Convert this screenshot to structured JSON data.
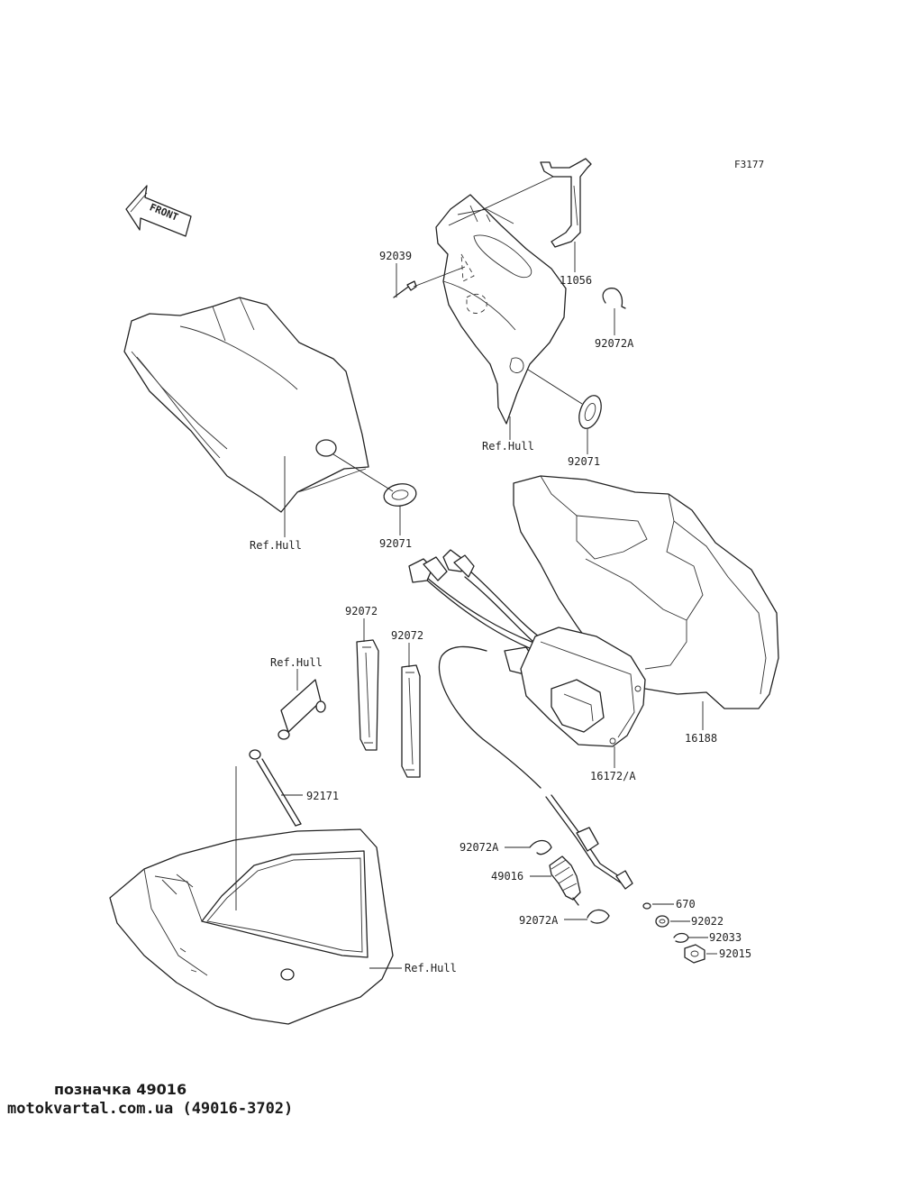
{
  "figure_code": "F3177",
  "front_arrow_text": "FRONT",
  "labels": {
    "p92039": "92039",
    "p11056": "11056",
    "p92072a_top": "92072A",
    "p92071_right": "92071",
    "refhull_top": "Ref.Hull",
    "p92071_left": "92071",
    "refhull_left": "Ref.Hull",
    "p92072_left": "92072",
    "p92072_right": "92072",
    "refhull_mid": "Ref.Hull",
    "p92171": "92171",
    "p16188": "16188",
    "p16172a": "16172/A",
    "p92072a_mid": "92072A",
    "p49016": "49016",
    "p92072a_low": "92072A",
    "p670": "670",
    "p92022": "92022",
    "p92033": "92033",
    "p92015": "92015",
    "refhull_bottom": "Ref.Hull"
  },
  "footer": {
    "caption": "позначка 49016",
    "site": "motokvartal.com.ua (49016-3702)"
  }
}
